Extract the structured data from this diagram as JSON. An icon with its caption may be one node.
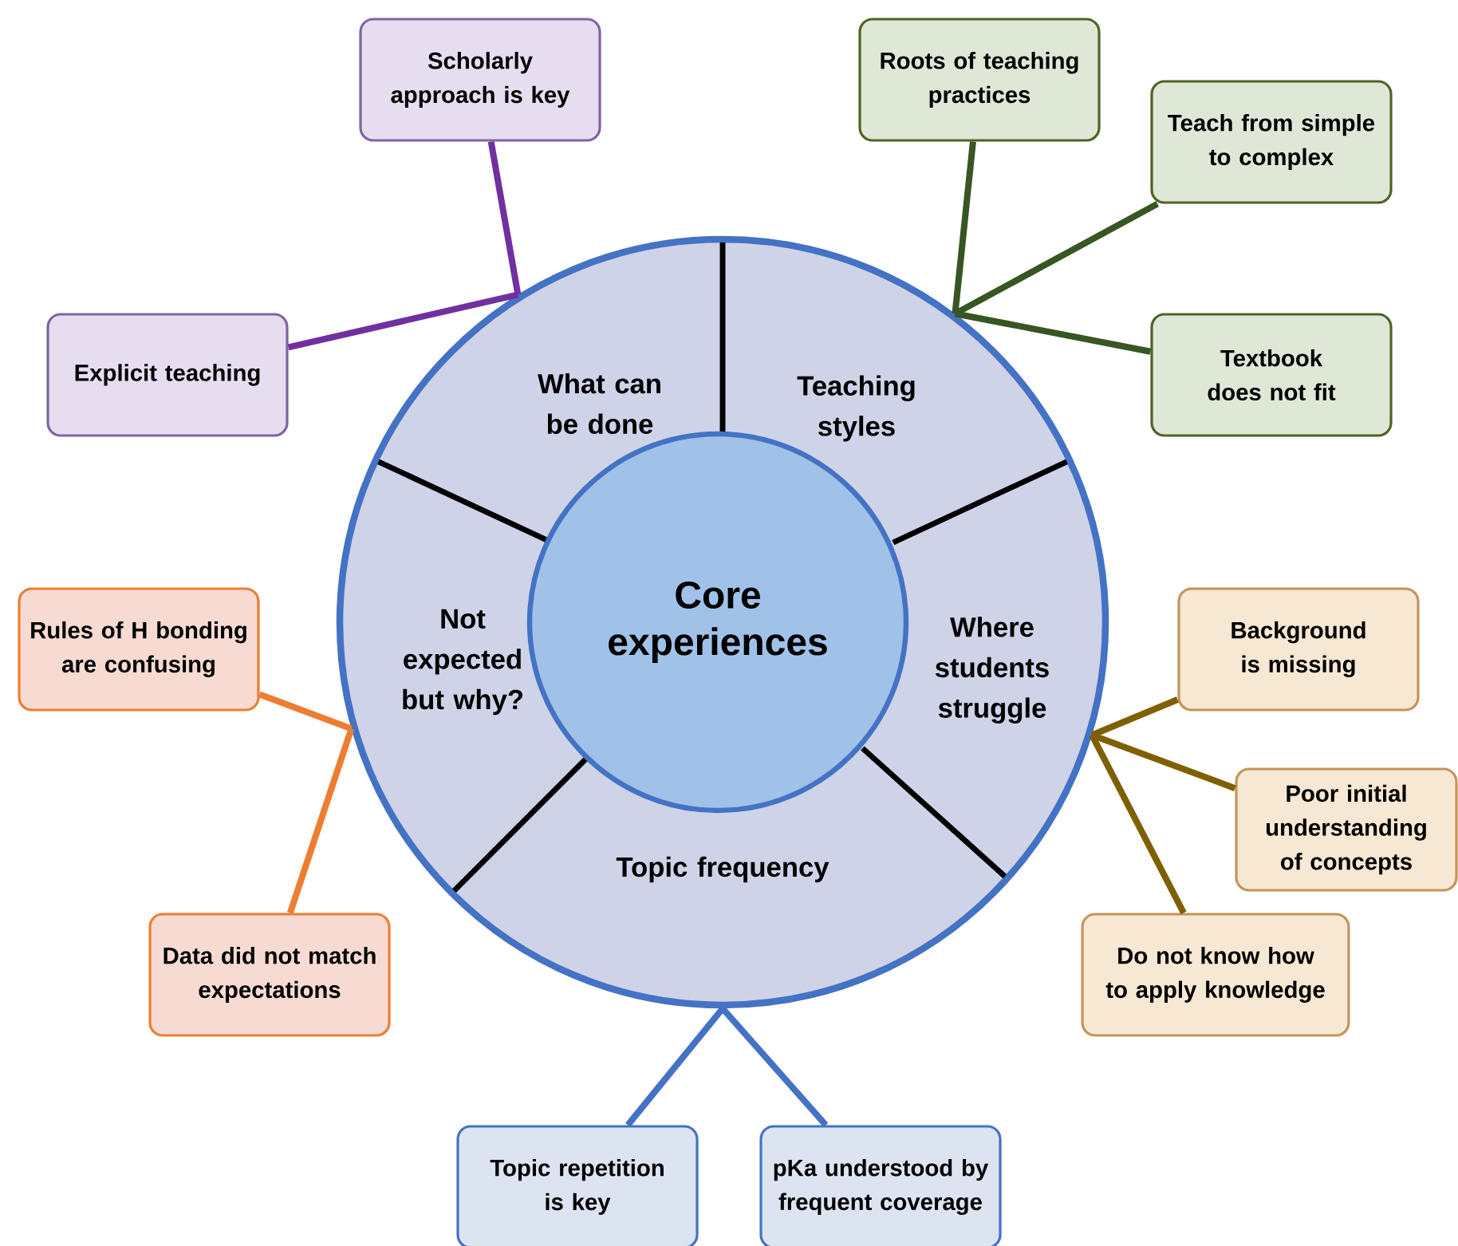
{
  "diagram": {
    "nodes": [
      {
        "text": [],
        "shape": "circle"
      },
      {
        "text": [
          "Core experiences"
        ],
        "in": 0
      },
      {
        "text": [
          "What can be done"
        ],
        "in": 0
      },
      {
        "text": [
          "Teaching styles"
        ],
        "in": 0
      },
      {
        "text": [
          "Not expected but why?"
        ],
        "in": 0
      },
      {
        "text": [
          "Where students struggle"
        ],
        "in": 0
      },
      {
        "text": [
          "Topic frequency"
        ],
        "in": 0
      },
      {
        "text": [
          "Scholarly approach is key"
        ]
      },
      {
        "text": [
          "Roots of teaching practices"
        ]
      },
      {
        "text": [
          "Teach from simple to complex"
        ]
      },
      {
        "text": [
          "Explicit teaching"
        ]
      },
      {
        "text": [
          "Textbook does not fit"
        ]
      },
      {
        "text": [
          "Rules of H bonding are confusing"
        ]
      },
      {
        "text": [
          "Background is missing"
        ]
      },
      {
        "text": [
          "Poor initial understanding of concepts"
        ]
      },
      {
        "text": [
          "Data did not match expectations"
        ]
      },
      {
        "text": [
          "Do not know how to apply knowledge"
        ]
      },
      {
        "text": [
          "Topic repetition is key"
        ]
      },
      {
        "text": [
          "pKa understood by frequent coverage"
        ]
      }
    ],
    "edges": [
      {
        "from": 0,
        "to": 7,
        "arrow": "none",
        "color": "#7030a0"
      },
      {
        "from": 0,
        "to": 10,
        "arrow": "none",
        "color": "#7030a0"
      },
      {
        "from": 0,
        "to": 8,
        "arrow": "none",
        "color": "#375623"
      },
      {
        "from": 0,
        "to": 9,
        "arrow": "none",
        "color": "#375623"
      },
      {
        "from": 0,
        "to": 11,
        "arrow": "none",
        "color": "#375623"
      },
      {
        "from": 0,
        "to": 12,
        "arrow": "none",
        "color": "#ed7d31"
      },
      {
        "from": 0,
        "to": 15,
        "arrow": "none",
        "color": "#ed7d31"
      },
      {
        "from": 0,
        "to": 13,
        "arrow": "none",
        "color": "#7f6000"
      },
      {
        "from": 0,
        "to": 14,
        "arrow": "none",
        "color": "#7f6000"
      },
      {
        "from": 0,
        "to": 16,
        "arrow": "none",
        "color": "#7f6000"
      },
      {
        "from": 0,
        "to": 17,
        "arrow": "none",
        "color": "#4472c4"
      },
      {
        "from": 0,
        "to": 18,
        "arrow": "none",
        "color": "#4472c4"
      }
    ]
  }
}
